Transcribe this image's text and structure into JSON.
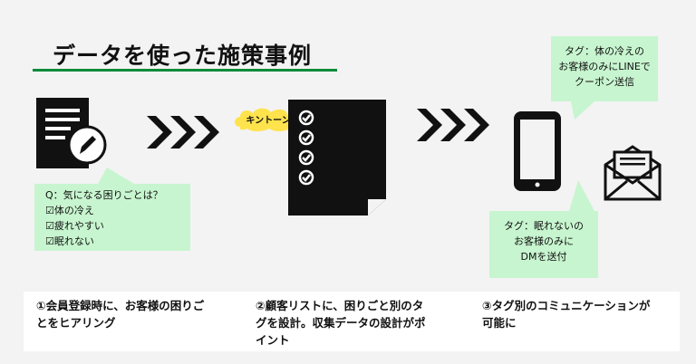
{
  "title": "データを使った施策事例",
  "question_bubble": {
    "lines": [
      "Q：気になる困りごとは？",
      "☑体の冷え",
      "☑疲れやすい",
      "☑眠れない"
    ]
  },
  "cloud_label": "キントーン",
  "tag_bubble_1": {
    "lines": [
      "タグ：体の冷えの",
      "お客様のみにLINEで",
      "クーポン送信"
    ]
  },
  "tag_bubble_2": {
    "lines": [
      "タグ：眠れないの",
      "お客様のみに",
      "DMを送付"
    ]
  },
  "steps": [
    {
      "lines": [
        "①会員登録時に、お客様の困りご",
        "とをヒアリング"
      ]
    },
    {
      "lines": [
        "②顧客リストに、困りごと別のタ",
        "グを設計。収集データの設計がポ",
        "イント"
      ]
    },
    {
      "lines": [
        "③タグ別のコミュニケーションが",
        "可能に"
      ]
    }
  ],
  "icons": [
    "form-with-pen-icon",
    "chevrons-right-icon",
    "checklist-document-icon",
    "chevrons-right-icon",
    "smartphone-icon",
    "envelope-icon"
  ],
  "colors": {
    "accent_green": "#0b8a3a",
    "bubble_green": "#c7f5cf",
    "cloud_yellow": "#ffe34d"
  }
}
